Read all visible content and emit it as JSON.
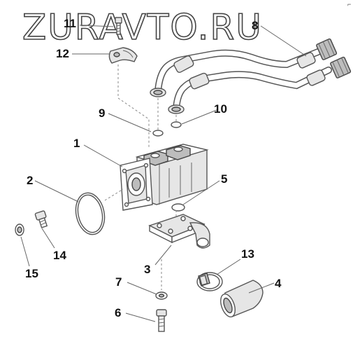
{
  "watermark": "ZURAVTO.RU",
  "corner_mark": "⌐",
  "callouts": [
    {
      "id": "c1",
      "label": "1"
    },
    {
      "id": "c2",
      "label": "2"
    },
    {
      "id": "c3",
      "label": "3"
    },
    {
      "id": "c4",
      "label": "4"
    },
    {
      "id": "c5",
      "label": "5"
    },
    {
      "id": "c6",
      "label": "6"
    },
    {
      "id": "c7",
      "label": "7"
    },
    {
      "id": "c8",
      "label": "8"
    },
    {
      "id": "c9",
      "label": "9"
    },
    {
      "id": "c10",
      "label": "10"
    },
    {
      "id": "c11",
      "label": "11"
    },
    {
      "id": "c12",
      "label": "12"
    },
    {
      "id": "c13",
      "label": "13"
    },
    {
      "id": "c14",
      "label": "14"
    },
    {
      "id": "c15",
      "label": "15"
    }
  ]
}
